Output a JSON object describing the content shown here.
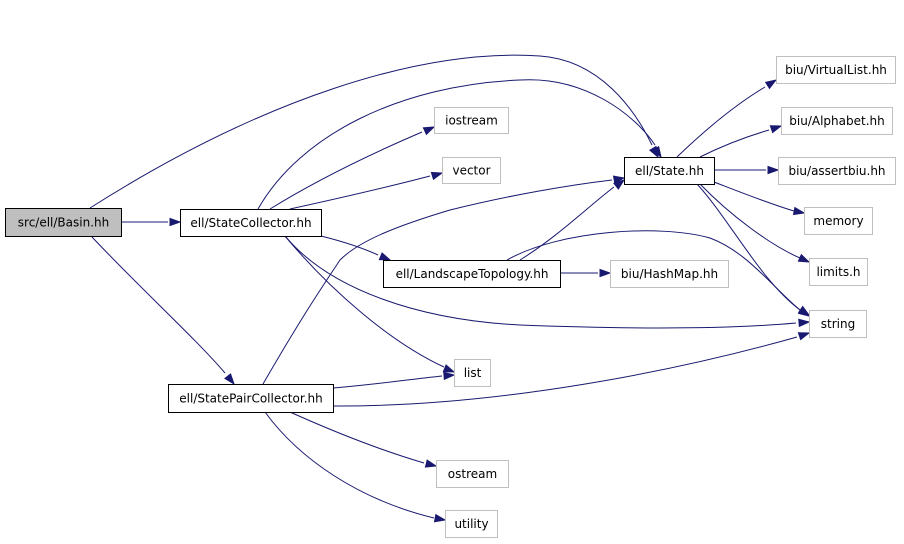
{
  "graph": {
    "colors": {
      "edge": "#191970",
      "root_fill": "#bfbfbf",
      "documented_border": "#000000",
      "undocumented_border": "#bfbfbf"
    },
    "nodes": [
      {
        "id": "basin",
        "label": "src/ell/Basin.hh",
        "kind": "root"
      },
      {
        "id": "statecollector",
        "label": "ell/StateCollector.hh",
        "kind": "documented"
      },
      {
        "id": "statepaircollector",
        "label": "ell/StatePairCollector.hh",
        "kind": "documented"
      },
      {
        "id": "landscapetopology",
        "label": "ell/LandscapeTopology.hh",
        "kind": "documented"
      },
      {
        "id": "state",
        "label": "ell/State.hh",
        "kind": "documented"
      },
      {
        "id": "iostream",
        "label": "iostream",
        "kind": "external"
      },
      {
        "id": "vector",
        "label": "vector",
        "kind": "external"
      },
      {
        "id": "list",
        "label": "list",
        "kind": "external"
      },
      {
        "id": "ostream",
        "label": "ostream",
        "kind": "external"
      },
      {
        "id": "utility",
        "label": "utility",
        "kind": "external"
      },
      {
        "id": "hashmap",
        "label": "biu/HashMap.hh",
        "kind": "external"
      },
      {
        "id": "virtuallist",
        "label": "biu/VirtualList.hh",
        "kind": "external"
      },
      {
        "id": "alphabet",
        "label": "biu/Alphabet.hh",
        "kind": "external"
      },
      {
        "id": "assertbiu",
        "label": "biu/assertbiu.hh",
        "kind": "external"
      },
      {
        "id": "memory",
        "label": "memory",
        "kind": "external"
      },
      {
        "id": "limits",
        "label": "limits.h",
        "kind": "external"
      },
      {
        "id": "string",
        "label": "string",
        "kind": "external"
      }
    ],
    "edges": [
      {
        "from": "basin",
        "to": "statecollector"
      },
      {
        "from": "basin",
        "to": "state"
      },
      {
        "from": "basin",
        "to": "statepaircollector"
      },
      {
        "from": "statecollector",
        "to": "state"
      },
      {
        "from": "statecollector",
        "to": "iostream"
      },
      {
        "from": "statecollector",
        "to": "vector"
      },
      {
        "from": "statecollector",
        "to": "landscapetopology"
      },
      {
        "from": "statecollector",
        "to": "list"
      },
      {
        "from": "statecollector",
        "to": "string"
      },
      {
        "from": "landscapetopology",
        "to": "state"
      },
      {
        "from": "landscapetopology",
        "to": "hashmap"
      },
      {
        "from": "landscapetopology",
        "to": "string"
      },
      {
        "from": "statepaircollector",
        "to": "state"
      },
      {
        "from": "statepaircollector",
        "to": "list"
      },
      {
        "from": "statepaircollector",
        "to": "string"
      },
      {
        "from": "statepaircollector",
        "to": "ostream"
      },
      {
        "from": "statepaircollector",
        "to": "utility"
      },
      {
        "from": "state",
        "to": "virtuallist"
      },
      {
        "from": "state",
        "to": "alphabet"
      },
      {
        "from": "state",
        "to": "assertbiu"
      },
      {
        "from": "state",
        "to": "memory"
      },
      {
        "from": "state",
        "to": "limits"
      },
      {
        "from": "state",
        "to": "string"
      }
    ]
  }
}
